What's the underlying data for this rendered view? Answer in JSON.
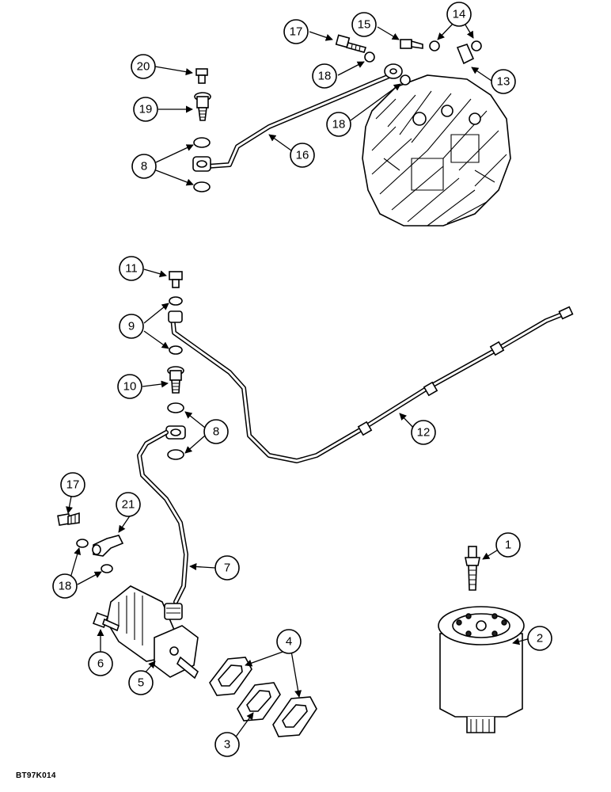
{
  "figure_code": "BT97K014",
  "callouts": [
    {
      "label": "1"
    },
    {
      "label": "2"
    },
    {
      "label": "3"
    },
    {
      "label": "4"
    },
    {
      "label": "5"
    },
    {
      "label": "6"
    },
    {
      "label": "7"
    },
    {
      "label": "8"
    },
    {
      "label": "8"
    },
    {
      "label": "9"
    },
    {
      "label": "10"
    },
    {
      "label": "11"
    },
    {
      "label": "12"
    },
    {
      "label": "13"
    },
    {
      "label": "14"
    },
    {
      "label": "15"
    },
    {
      "label": "16"
    },
    {
      "label": "17"
    },
    {
      "label": "17"
    },
    {
      "label": "18"
    },
    {
      "label": "18"
    },
    {
      "label": "18"
    },
    {
      "label": "19"
    },
    {
      "label": "20"
    },
    {
      "label": "21"
    }
  ]
}
